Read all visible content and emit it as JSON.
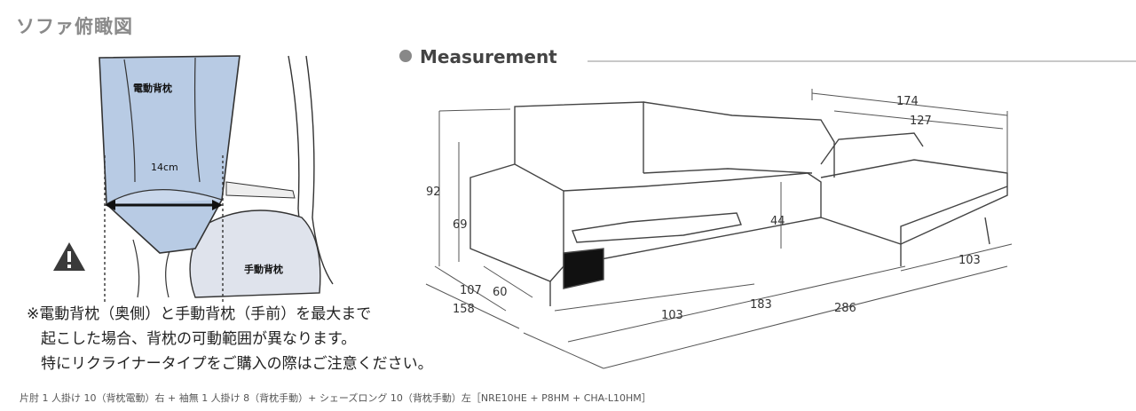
{
  "left_panel": {
    "title": "ソファ俯瞰図",
    "label_electric": "電動背枕",
    "label_manual": "手動背枕",
    "label_width": "14cm"
  },
  "notes": [
    "※電動背枕（奥側）と手動背枕（手前）を最大まで",
    "起こした場合、背枕の可動範囲が異なります。",
    "特にリクライナータイプをご購入の際はご注意ください。"
  ],
  "measurement": {
    "title": "Measurement",
    "dims": {
      "d174": "174",
      "d127": "127",
      "d92": "92",
      "d69": "69",
      "d44": "44",
      "d107": "107",
      "d60": "60",
      "d158": "158",
      "d103a": "103",
      "d183": "183",
      "d286": "286",
      "d103b": "103"
    }
  },
  "caption": "片肘 1 人掛け 10（背枕電動）右 + 袖無 1 人掛け 8（背枕手動）+ シェーズロング 10（背枕手動）左［NRE10HE + P8HM + CHA-L10HM］"
}
